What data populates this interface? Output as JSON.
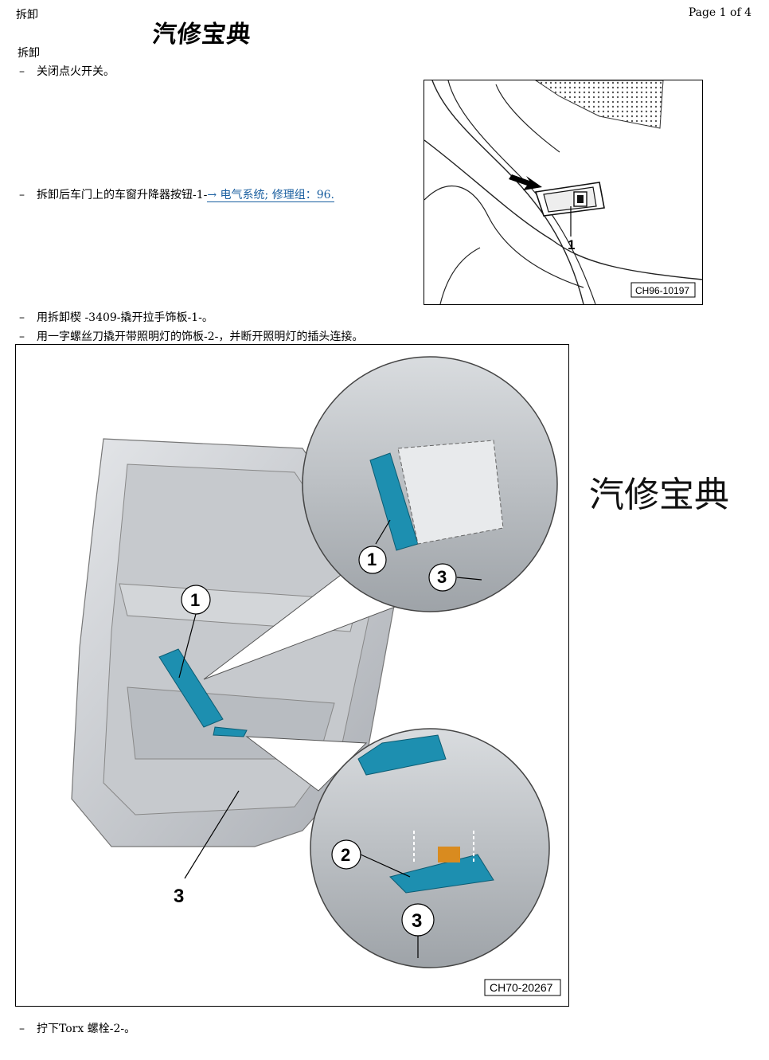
{
  "header": {
    "title_left": "拆卸",
    "logo": "汽修宝典",
    "page_number": "Page 1 of 4"
  },
  "section_title": "拆卸",
  "steps": [
    {
      "text": "关闭点火开关。"
    },
    {
      "text": "拆卸后车门上的车窗升降器按钮-1-",
      "link": "→ 电气系统; 修理组：96."
    },
    {
      "text": "用拆卸楔  -3409-撬开拉手饰板-1-。"
    },
    {
      "text": "用一字螺丝刀撬开带照明灯的饰板-2-，并断开照明灯的插头连接。"
    },
    {
      "text": "拧下Torx 螺栓-2-。"
    }
  ],
  "figure1": {
    "code": "CH96-10197",
    "callout": "1"
  },
  "figure2": {
    "code": "CH70-20267",
    "callouts": [
      "1",
      "3",
      "1",
      "3",
      "2",
      "3"
    ],
    "watermark": "汽修宝典"
  },
  "colors": {
    "link": "#1a5fa0",
    "trim_blue": "#1d8fb0",
    "watermark": "#cfe2f6"
  }
}
